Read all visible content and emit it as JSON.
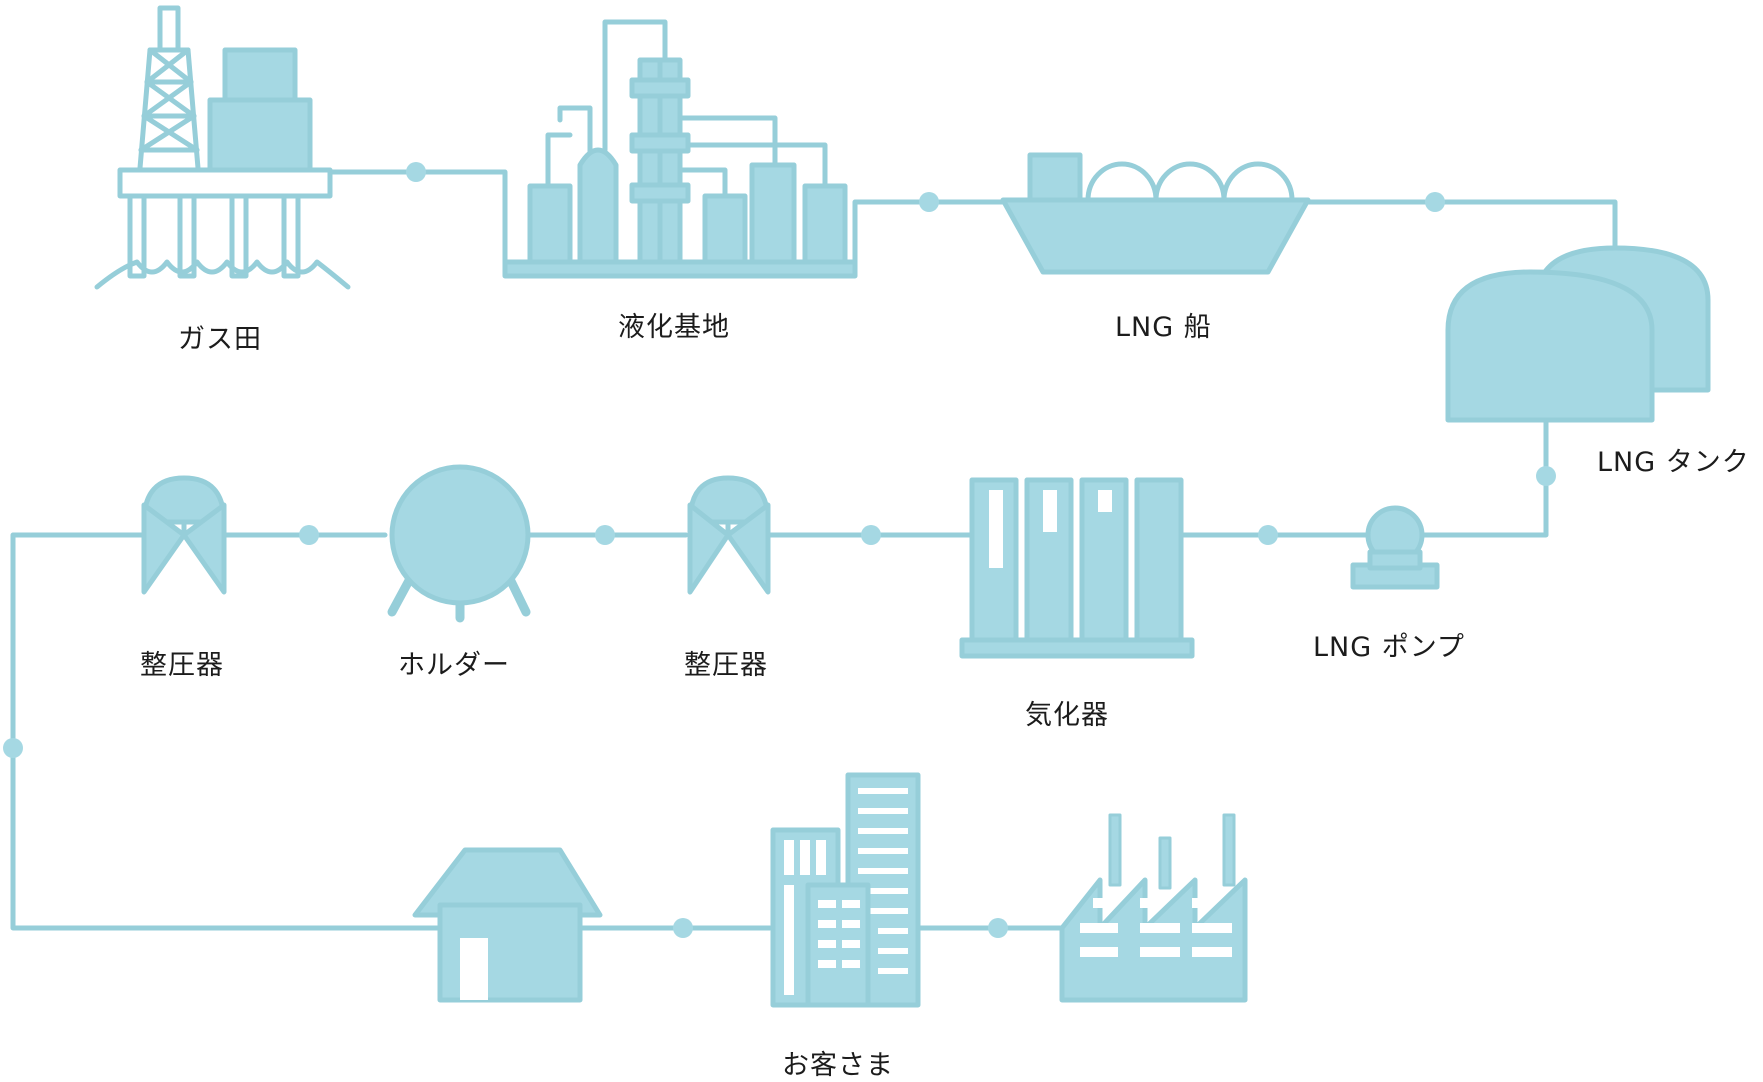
{
  "colors": {
    "fill": "#a5d8e3",
    "stroke": "#96ced9",
    "text": "#1c1c1c",
    "background": "#ffffff"
  },
  "labels": {
    "gas_field": "ガス田",
    "liquefaction": "液化基地",
    "lng_ship": "LNG 船",
    "lng_tank": "LNG タンク",
    "lng_pump": "LNG ポンプ",
    "vaporizer": "気化器",
    "regulator_right": "整圧器",
    "holder": "ホルダー",
    "regulator_left": "整圧器",
    "customers": "お客さま"
  },
  "icons": [
    "oil-rig-icon",
    "liquefaction-plant-icon",
    "lng-ship-icon",
    "lng-tank-icon",
    "lng-pump-icon",
    "vaporizer-icon",
    "pressure-regulator-icon",
    "gas-holder-icon",
    "house-icon",
    "office-building-icon",
    "factory-icon"
  ]
}
